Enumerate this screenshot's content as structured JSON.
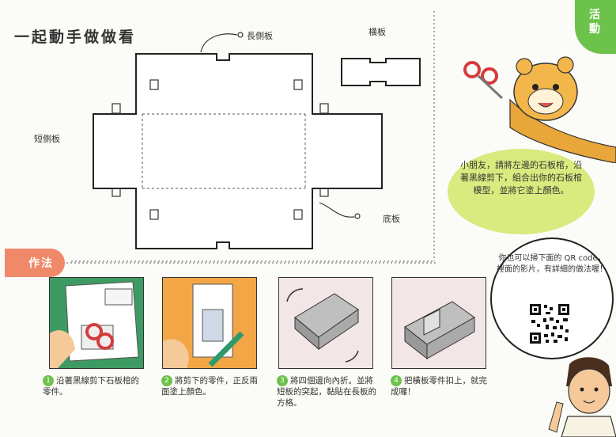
{
  "header": {
    "title": "一起動手做做看",
    "corner_tag": "活動"
  },
  "diagram": {
    "long_side_label": "長側板",
    "cross_board_label": "橫板",
    "short_side_label": "短側板",
    "bottom_label": "底板"
  },
  "speech": {
    "tiger": "小朋友，請將左邊的石板棺，沿著黑線剪下，組合出你的石板棺模型，並將它塗上顏色。",
    "kid": "你也可以掃下面的 QR code，裡面的影片，有詳細的做法喔！"
  },
  "method": {
    "tag": "作法",
    "steps": [
      {
        "num": "1",
        "text": "沿著黑線剪下石板棺的零件。"
      },
      {
        "num": "2",
        "text": "將剪下的零件，正反兩面塗上顏色。"
      },
      {
        "num": "3",
        "text": "將四個邊向內折。並將短板的突起，黏貼在長板的方格。"
      },
      {
        "num": "4",
        "text": "把橫板零件扣上，就完成囉！"
      }
    ]
  },
  "colors": {
    "green": "#6cc24a",
    "lime": "#d9ea7e",
    "salmon": "#f0886a"
  }
}
